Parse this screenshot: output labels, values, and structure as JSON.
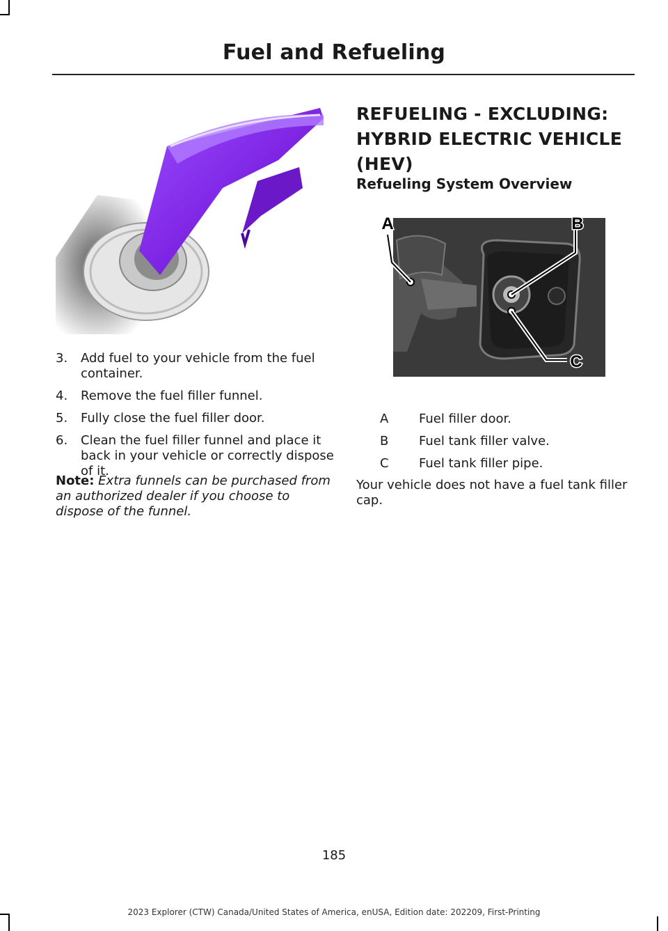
{
  "header": {
    "section_title": "Fuel and Refueling"
  },
  "left": {
    "steps": [
      {
        "num": "3.",
        "text": "Add fuel to your vehicle from the fuel container."
      },
      {
        "num": "4.",
        "text": "Remove the fuel filler funnel."
      },
      {
        "num": "5.",
        "text": "Fully close the fuel filler door."
      },
      {
        "num": "6.",
        "text": "Clean the fuel filler funnel and place it back in your vehicle or correctly dispose of it."
      }
    ],
    "note_label": "Note:",
    "note_text": " Extra funnels can be purchased from an authorized dealer if you choose to dispose of the funnel."
  },
  "right": {
    "heading_lines": [
      "REFUELING - EXCLUDING:",
      "HYBRID ELECTRIC VEHICLE",
      "(HEV)"
    ],
    "subheading": "Refueling System Overview",
    "callouts": {
      "a": "A",
      "b": "B",
      "c": "C"
    },
    "legend": [
      {
        "key": "A",
        "text": "Fuel filler door."
      },
      {
        "key": "B",
        "text": "Fuel tank filler valve."
      },
      {
        "key": "C",
        "text": "Fuel tank filler pipe."
      }
    ],
    "paragraph": "Your vehicle does not have a fuel tank filler cap."
  },
  "footer": {
    "page_number": "185",
    "edition": "2023 Explorer (CTW) Canada/United States of America, enUSA, Edition date: 202209, First-Printing"
  },
  "colors": {
    "funnel": "#7a1fe0",
    "funnel_dark": "#4a0aa0",
    "photo_bg": "#3a3a3a"
  }
}
